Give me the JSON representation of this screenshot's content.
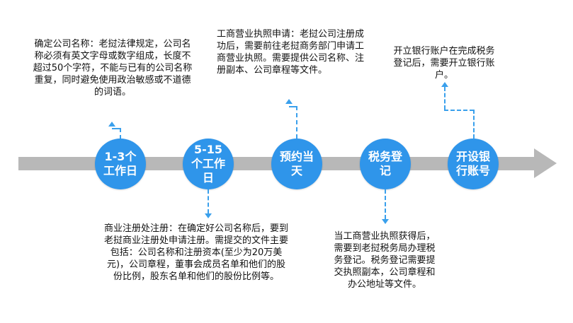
{
  "timeline": {
    "steps": [
      {
        "label": "1-3个工作日",
        "note": "确定公司名称：老挝法律规定，公司名称必须有英文字母或数字组成，长度不超过50个字符，不能与已有的公司名称重复，同时避免使用政治敏感或不道德的词语。"
      },
      {
        "label": "5-15个工作日",
        "note": "商业注册处注册：在确定好公司名称后，要到老挝商业注册处申请注册。需提交的文件主要包括：公司名称和注册资本(至少为20万美元)，公司章程，董事会成员名单和他们的股份比例，股东名单和他们的股份比例等。"
      },
      {
        "label": "预约当天",
        "note": "工商营业执照申请：老挝公司注册成功后，需要前往老挝商务部门申请工商营业执照。需要提供公司名称、注册副本、公司章程等文件。"
      },
      {
        "label": "税务登记",
        "note": "当工商营业执照获得后，需要到老挝税务局办理税务登记。税务登记需要提交执照副本，公司章程和办公地址等文件。"
      },
      {
        "label": "开设银行账号",
        "note": "开立银行账户在完成税务登记后，需要开立银行账户。"
      }
    ]
  },
  "colors": {
    "node": "#2f95ea",
    "connector": "#3aa0ec",
    "axis": "#b8b8b8"
  }
}
